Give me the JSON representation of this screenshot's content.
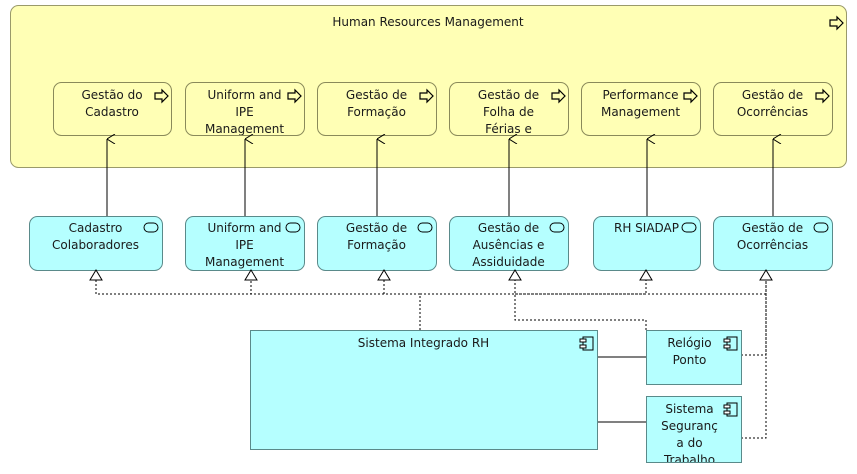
{
  "group": {
    "title": "Human Resources Management",
    "color": "#ffffb5"
  },
  "functions": [
    {
      "id": "f1",
      "lines": [
        "Gestão do",
        "Cadastro"
      ]
    },
    {
      "id": "f2",
      "lines": [
        "Uniform and",
        "IPE",
        "Management"
      ]
    },
    {
      "id": "f3",
      "lines": [
        "Gestão de",
        "Formação"
      ]
    },
    {
      "id": "f4",
      "lines": [
        "Gestão de",
        "Folha de",
        "Férias e"
      ]
    },
    {
      "id": "f5",
      "lines": [
        "Performance",
        "Management"
      ]
    },
    {
      "id": "f6",
      "lines": [
        "Gestão de",
        "Ocorrências"
      ]
    }
  ],
  "services": [
    {
      "id": "s1",
      "lines": [
        "Cadastro",
        "Colaboradores"
      ]
    },
    {
      "id": "s2",
      "lines": [
        "Uniform and",
        "IPE",
        "Management"
      ]
    },
    {
      "id": "s3",
      "lines": [
        "Gestão de",
        "Formação"
      ]
    },
    {
      "id": "s4",
      "lines": [
        "Gestão de",
        "Ausências e",
        "Assiduidade"
      ]
    },
    {
      "id": "s5",
      "lines": [
        "RH SIADAP"
      ]
    },
    {
      "id": "s6",
      "lines": [
        "Gestão de",
        "Ocorrências"
      ]
    }
  ],
  "components": [
    {
      "id": "c1",
      "lines": [
        "Sistema Integrado RH"
      ]
    },
    {
      "id": "c2",
      "lines": [
        "Relógio",
        "Ponto"
      ]
    },
    {
      "id": "c3",
      "lines": [
        "Sistema",
        "Seguranç",
        "a do",
        "Trabalho"
      ]
    }
  ],
  "colors": {
    "function_fill": "#ffffb5",
    "service_fill": "#b5ffff",
    "component_fill": "#b5ffff",
    "stroke": "#5c5c5c",
    "line": "#000000"
  },
  "icons": {
    "function": "function-arrow-icon",
    "service": "service-rounded-icon",
    "component": "component-icon"
  }
}
